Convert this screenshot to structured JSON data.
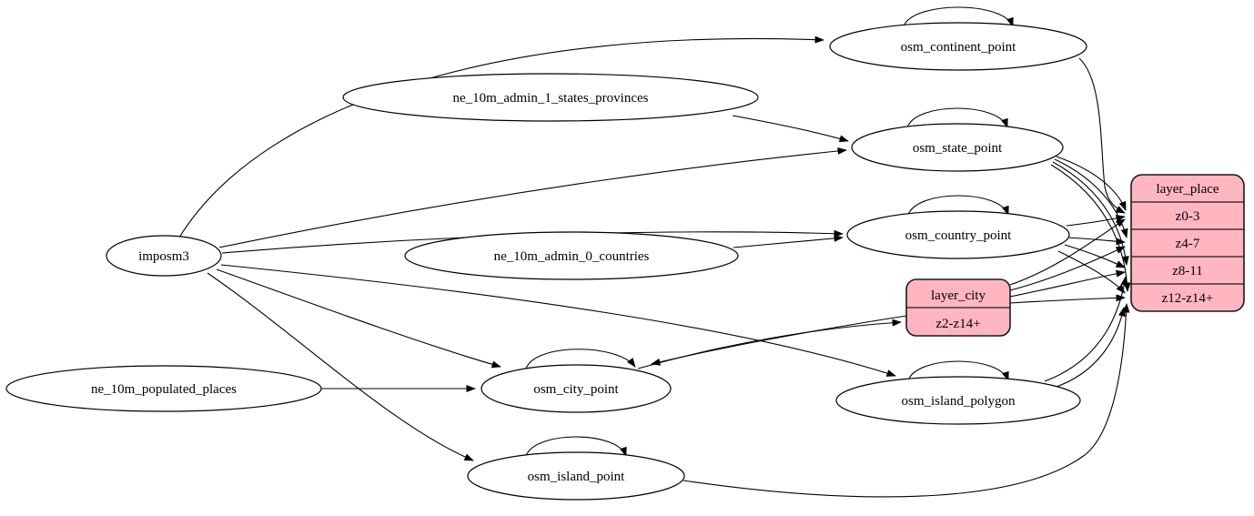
{
  "diagram": {
    "type": "graphviz-etl-graph",
    "background_color": "#ffffff",
    "edge_color": "#000000",
    "layer_node_fill": "#ffb6c1",
    "layer_node_stroke": "#1a1a1a"
  },
  "nodes": {
    "imposm3": {
      "label": "imposm3",
      "shape": "ellipse"
    },
    "ne_10m_populated_places": {
      "label": "ne_10m_populated_places",
      "shape": "ellipse"
    },
    "ne_10m_admin_1_states_provinces": {
      "label": "ne_10m_admin_1_states_provinces",
      "shape": "ellipse"
    },
    "ne_10m_admin_0_countries": {
      "label": "ne_10m_admin_0_countries",
      "shape": "ellipse"
    },
    "osm_continent_point": {
      "label": "osm_continent_point",
      "shape": "ellipse",
      "self_loop": true
    },
    "osm_state_point": {
      "label": "osm_state_point",
      "shape": "ellipse",
      "self_loop": true
    },
    "osm_country_point": {
      "label": "osm_country_point",
      "shape": "ellipse",
      "self_loop": true
    },
    "osm_city_point": {
      "label": "osm_city_point",
      "shape": "ellipse",
      "self_loop": true
    },
    "osm_island_polygon": {
      "label": "osm_island_polygon",
      "shape": "ellipse",
      "self_loop": true
    },
    "osm_island_point": {
      "label": "osm_island_point",
      "shape": "ellipse",
      "self_loop": true
    }
  },
  "records": {
    "layer_city": {
      "title": "layer_city",
      "rows": [
        "z2-z14+"
      ],
      "fill": "#ffb6c1"
    },
    "layer_place": {
      "title": "layer_place",
      "rows": [
        "z0-3",
        "z4-7",
        "z8-11",
        "z12-z14+"
      ],
      "fill": "#ffb6c1"
    }
  },
  "edges": [
    {
      "from": "imposm3",
      "to": "osm_continent_point"
    },
    {
      "from": "imposm3",
      "to": "osm_state_point"
    },
    {
      "from": "imposm3",
      "to": "osm_country_point"
    },
    {
      "from": "imposm3",
      "to": "osm_city_point"
    },
    {
      "from": "imposm3",
      "to": "osm_island_polygon"
    },
    {
      "from": "imposm3",
      "to": "osm_island_point"
    },
    {
      "from": "ne_10m_admin_1_states_provinces",
      "to": "osm_state_point"
    },
    {
      "from": "ne_10m_admin_0_countries",
      "to": "osm_country_point"
    },
    {
      "from": "ne_10m_populated_places",
      "to": "osm_city_point"
    },
    {
      "from": "osm_continent_point",
      "to": "osm_continent_point"
    },
    {
      "from": "osm_state_point",
      "to": "osm_state_point"
    },
    {
      "from": "osm_country_point",
      "to": "osm_country_point"
    },
    {
      "from": "osm_city_point",
      "to": "osm_city_point"
    },
    {
      "from": "osm_island_polygon",
      "to": "osm_island_polygon"
    },
    {
      "from": "osm_island_point",
      "to": "osm_island_point"
    },
    {
      "from": "osm_city_point",
      "to": "layer_city:z2-z14+"
    },
    {
      "from": "layer_city",
      "to": "osm_city_point"
    },
    {
      "from": "layer_city",
      "to": "layer_place:z0-3"
    },
    {
      "from": "layer_city",
      "to": "layer_place:z4-7"
    },
    {
      "from": "layer_city",
      "to": "layer_place:z8-11"
    },
    {
      "from": "layer_city",
      "to": "layer_place:z12-z14+"
    },
    {
      "from": "osm_continent_point",
      "to": "layer_place:z0-3"
    },
    {
      "from": "osm_state_point",
      "to": "layer_place:z0-3"
    },
    {
      "from": "osm_state_point",
      "to": "layer_place:z4-7"
    },
    {
      "from": "osm_state_point",
      "to": "layer_place:z8-11"
    },
    {
      "from": "osm_state_point",
      "to": "layer_place:z12-z14+"
    },
    {
      "from": "osm_country_point",
      "to": "layer_place:z0-3"
    },
    {
      "from": "osm_country_point",
      "to": "layer_place:z4-7"
    },
    {
      "from": "osm_country_point",
      "to": "layer_place:z8-11"
    },
    {
      "from": "osm_country_point",
      "to": "layer_place:z12-z14+"
    },
    {
      "from": "osm_island_polygon",
      "to": "layer_place:z8-11"
    },
    {
      "from": "osm_island_polygon",
      "to": "layer_place:z12-z14+"
    },
    {
      "from": "osm_island_point",
      "to": "layer_place:z12-z14+"
    }
  ]
}
